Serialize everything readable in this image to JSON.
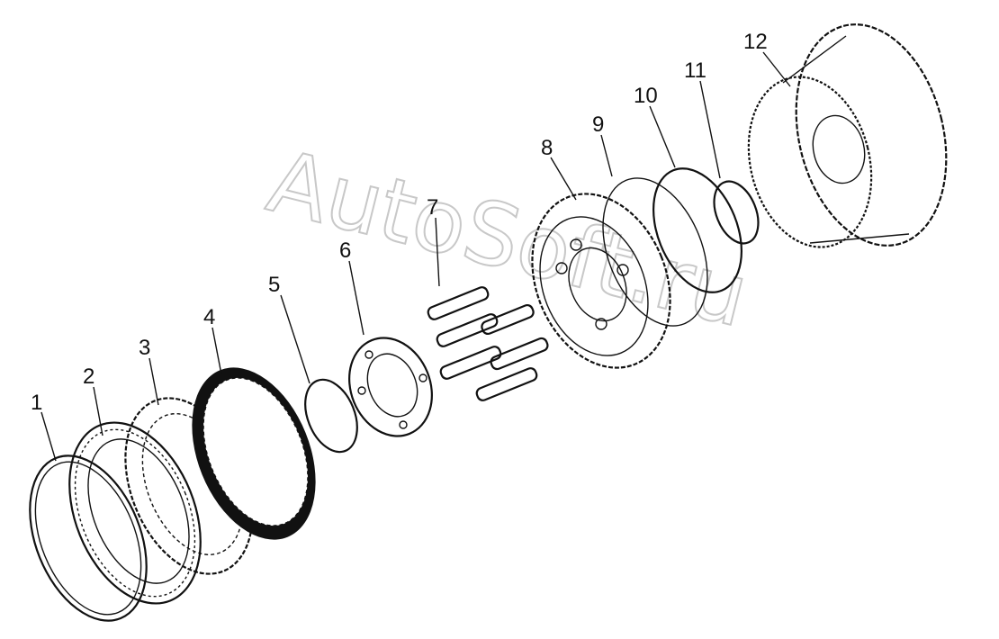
{
  "watermark": "AutoSoft.ru",
  "callouts": [
    "1",
    "2",
    "3",
    "4",
    "5",
    "6",
    "7",
    "8",
    "9",
    "10",
    "11",
    "12"
  ]
}
